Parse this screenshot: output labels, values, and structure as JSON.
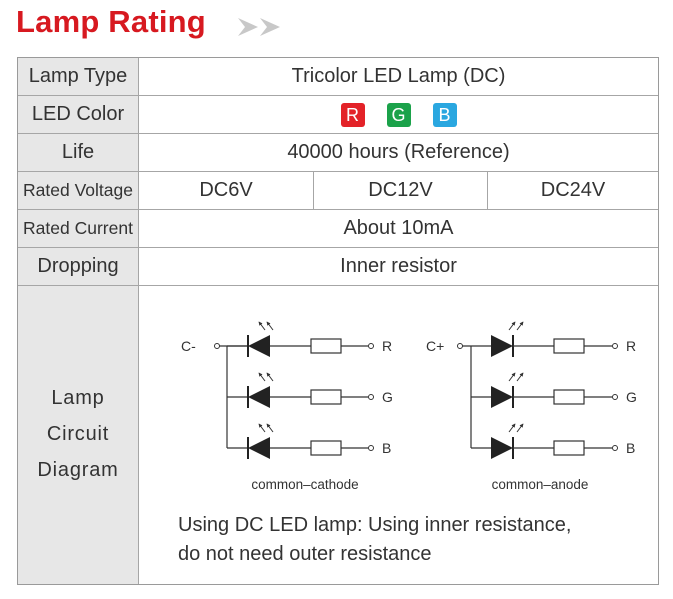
{
  "title": "Lamp Rating",
  "rows": {
    "lamp_type": {
      "label": "Lamp Type",
      "value": "Tricolor LED Lamp (DC)"
    },
    "led_color": {
      "label": "LED Color",
      "badges": [
        {
          "text": "R",
          "color": "#e32228"
        },
        {
          "text": "G",
          "color": "#1ba24a"
        },
        {
          "text": "B",
          "color": "#2aa7e0"
        }
      ]
    },
    "life": {
      "label": "Life",
      "value": "40000 hours (Reference)"
    },
    "rated_voltage": {
      "label": "Rated Voltage",
      "values": [
        "DC6V",
        "DC12V",
        "DC24V"
      ]
    },
    "rated_current": {
      "label": "Rated Current",
      "value": "About 10mA"
    },
    "dropping": {
      "label": "Dropping",
      "value": "Inner resistor"
    },
    "circuit": {
      "label_lines": [
        "Lamp",
        "Circuit",
        "Diagram"
      ],
      "cathode": {
        "common": "C-",
        "outputs": [
          "R",
          "G",
          "B"
        ],
        "caption": "common–cathode"
      },
      "anode": {
        "common": "C+",
        "outputs": [
          "R",
          "G",
          "B"
        ],
        "caption": "common–anode"
      },
      "note_lines": [
        "Using DC LED lamp: Using inner resistance,",
        "do not need outer resistance"
      ]
    }
  },
  "colors": {
    "title": "#d71920",
    "label_bg": "#e7e7e7",
    "border": "#a6a6a6"
  }
}
